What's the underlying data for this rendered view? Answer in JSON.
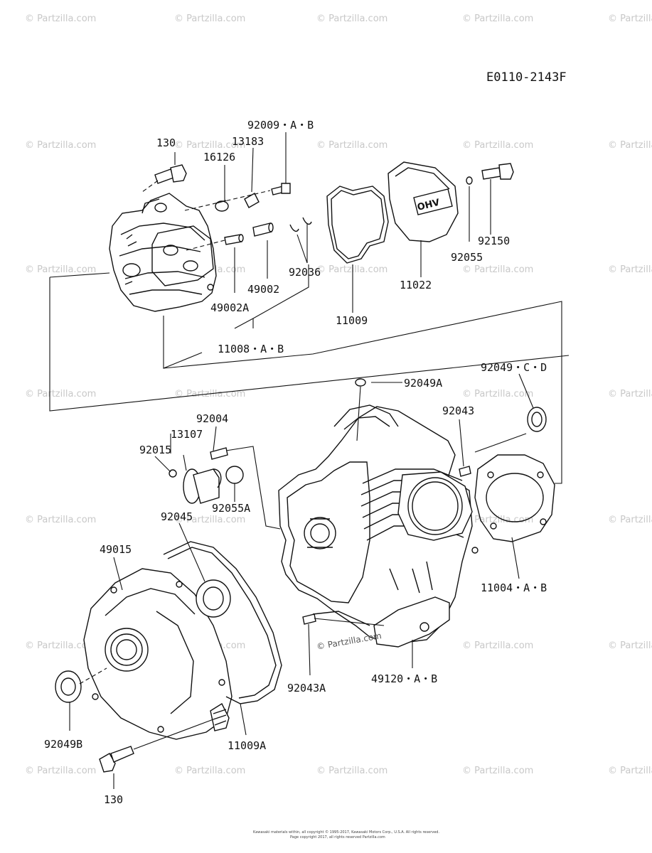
{
  "diagram_code": "E0110-2143F",
  "watermark": "© Partzilla.com",
  "watermark_center": "© Partzilla.com",
  "footer_line1": "Kawasaki materials within, all copyright © 1995-2017, Kawasaki Motors Corp., U.S.A. All rights reserved.",
  "footer_line2": "Page copyright 2017, all rights reserved Partzilla.com",
  "callouts": {
    "p130_top": "130",
    "p92009": "92009・A・B",
    "p13183": "13183",
    "p16126": "16126",
    "p92036": "92036",
    "p49002": "49002",
    "p49002A": "49002A",
    "p11008": "11008・A・B",
    "p11009": "11009",
    "p11022": "11022",
    "p92055": "92055",
    "p92150": "92150",
    "p92049A": "92049A",
    "p92049CD": "92049・C・D",
    "p92043": "92043",
    "p92004": "92004",
    "p13107": "13107",
    "p92015": "92015",
    "p92055A": "92055A",
    "p92045": "92045",
    "p49015": "49015",
    "p11004": "11004・A・B",
    "p49120": "49120・A・B",
    "p92043A": "92043A",
    "p92049B": "92049B",
    "p11009A": "11009A",
    "p130_bottom": "130"
  },
  "valve_cover_text": "OHV"
}
